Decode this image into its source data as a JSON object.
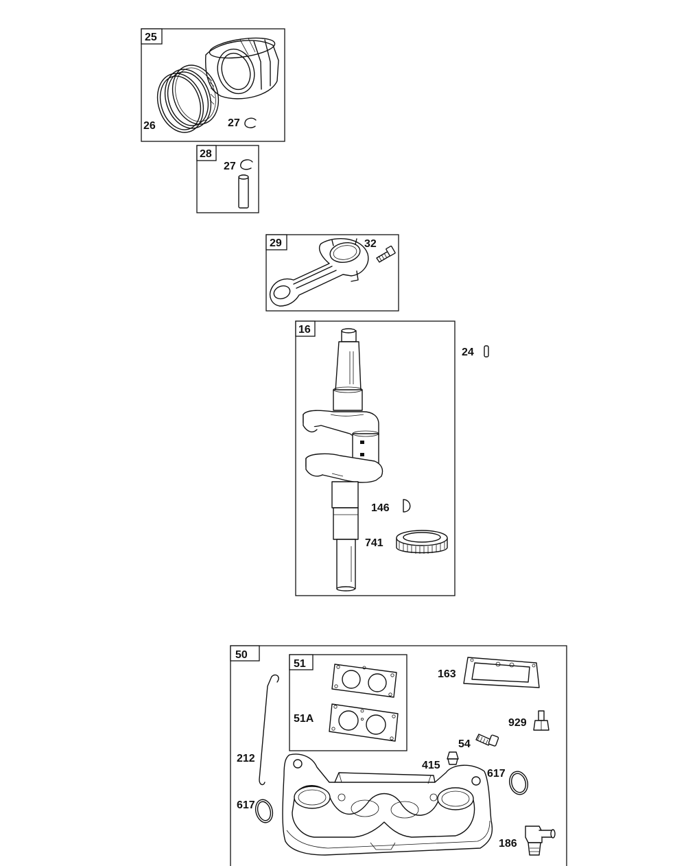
{
  "boxes": {
    "piston_assembly": "25",
    "pin_assembly": "28",
    "connecting_rod": "29",
    "crankshaft": "16",
    "intake_manifold": "50",
    "gasket_set": "51"
  },
  "labels": {
    "rings": "26",
    "retainer_top": "27",
    "retainer_pin": "27",
    "rod_screw": "32",
    "key_top": "24",
    "key_bottom": "146",
    "timing_gear": "741",
    "cover_gasket": "163",
    "gasket_51a": "51A",
    "fitting_929": "929",
    "screw_54": "54",
    "plug_415": "415",
    "oring_right": "617",
    "oring_left": "617",
    "link_212": "212",
    "elbow_186": "186"
  }
}
